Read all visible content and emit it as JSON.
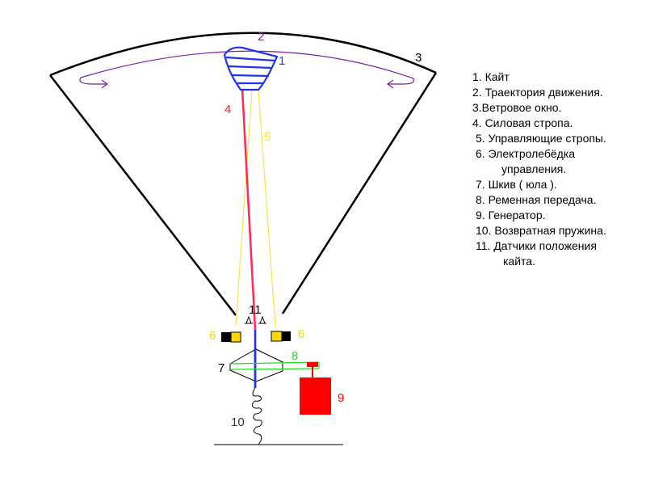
{
  "labels": {
    "kite": "1",
    "trajectory": "2",
    "wind_window": "3",
    "power_line": "4",
    "control_lines": "5",
    "winch_left": "6",
    "winch_right": "6",
    "pulley": "7",
    "belt": "8",
    "generator": "9",
    "spring": "10",
    "sensors": "11"
  },
  "colors": {
    "kite": "#2233ee",
    "trajectory": "#7a1fa2",
    "power_line": "#ff2a55",
    "control_lines": "#f5e34a",
    "winch": "#ffd700",
    "belt": "#22dd22",
    "generator": "#ff0000"
  },
  "legend": [
    "1. Кайт",
    "2. Траектория движения.",
    "3.Ветровое окно.",
    "4. Силовая стропа.",
    "5. Управляющие стропы.",
    "6. Электролебёдка",
    "управления.",
    "7. Шкив ( юла ).",
    "8. Ременная передача.",
    "9. Генератор.",
    "10. Возвратная пружина.",
    "11. Датчики положения",
    "кайта."
  ]
}
